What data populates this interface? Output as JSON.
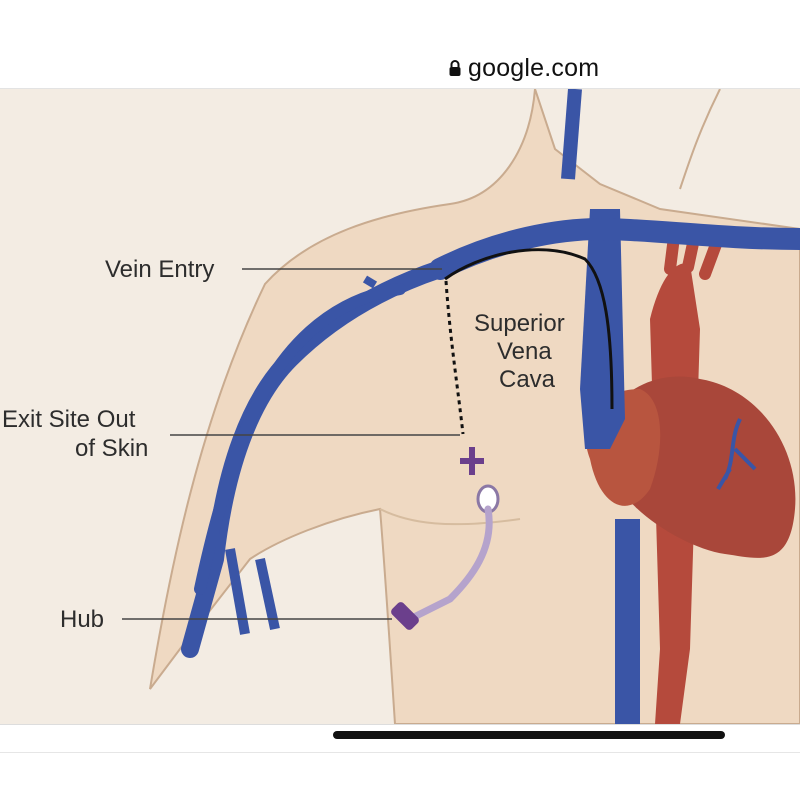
{
  "browser": {
    "url": "google.com",
    "lock_icon": "lock-icon"
  },
  "diagram": {
    "labels": {
      "vein_entry": "Vein Entry",
      "exit_site_line1": "Exit Site Out",
      "exit_site_line2": "of Skin",
      "hub": "Hub",
      "svc_line1": "Superior",
      "svc_line2": "Vena",
      "svc_line3": "Cava"
    },
    "colors": {
      "background": "#f3ece3",
      "skin": "#efd9c2",
      "skin_outline": "#c9ab8f",
      "vein": "#3a55a6",
      "artery": "#b54a3c",
      "heart": "#a9473a",
      "catheter": "#6b3f8c",
      "leader_line": "#444444"
    }
  }
}
